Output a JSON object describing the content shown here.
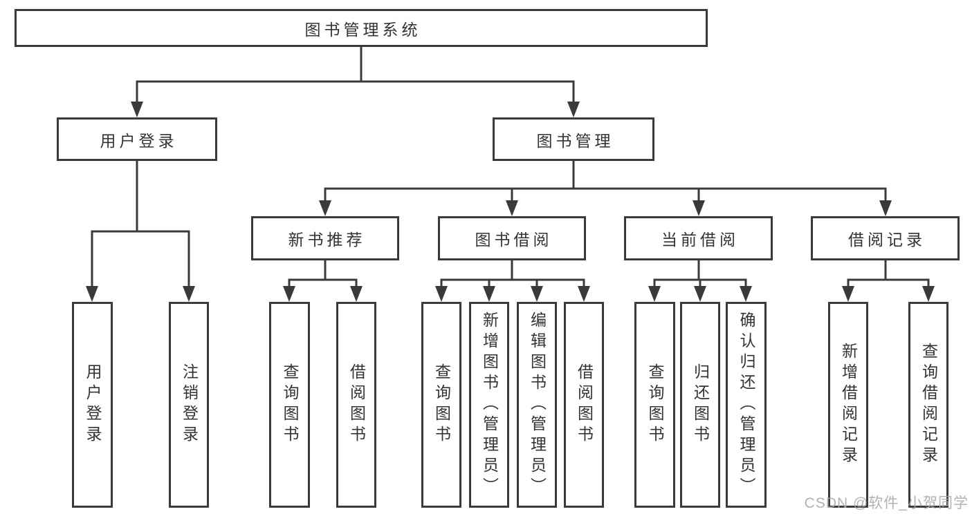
{
  "diagram": {
    "title": "图书管理系统",
    "type": "hierarchy-tree",
    "colors": {
      "line": "#3a3a3a",
      "border": "#3a3a3a",
      "text": "#333333",
      "background": "#ffffff",
      "watermark": "#a8a8a8"
    },
    "tree": {
      "label": "图书管理系统",
      "children": [
        {
          "label": "用户登录",
          "children": [
            {
              "label": "用户登录"
            },
            {
              "label": "注销登录"
            }
          ]
        },
        {
          "label": "图书管理",
          "children": [
            {
              "label": "新书推荐",
              "children": [
                {
                  "label": "查询图书"
                },
                {
                  "label": "借阅图书"
                }
              ]
            },
            {
              "label": "图书借阅",
              "children": [
                {
                  "label": "查询图书"
                },
                {
                  "label": "新增图书（管理员）"
                },
                {
                  "label": "编辑图书（管理员）"
                },
                {
                  "label": "借阅图书"
                }
              ]
            },
            {
              "label": "当前借阅",
              "children": [
                {
                  "label": "查询图书"
                },
                {
                  "label": "归还图书"
                },
                {
                  "label": "确认归还（管理员）"
                }
              ]
            },
            {
              "label": "借阅记录",
              "children": [
                {
                  "label": "新增借阅记录"
                },
                {
                  "label": "查询借阅记录"
                }
              ]
            }
          ]
        }
      ]
    },
    "watermark": {
      "text": "CSDN @软件_小贺同学"
    }
  }
}
